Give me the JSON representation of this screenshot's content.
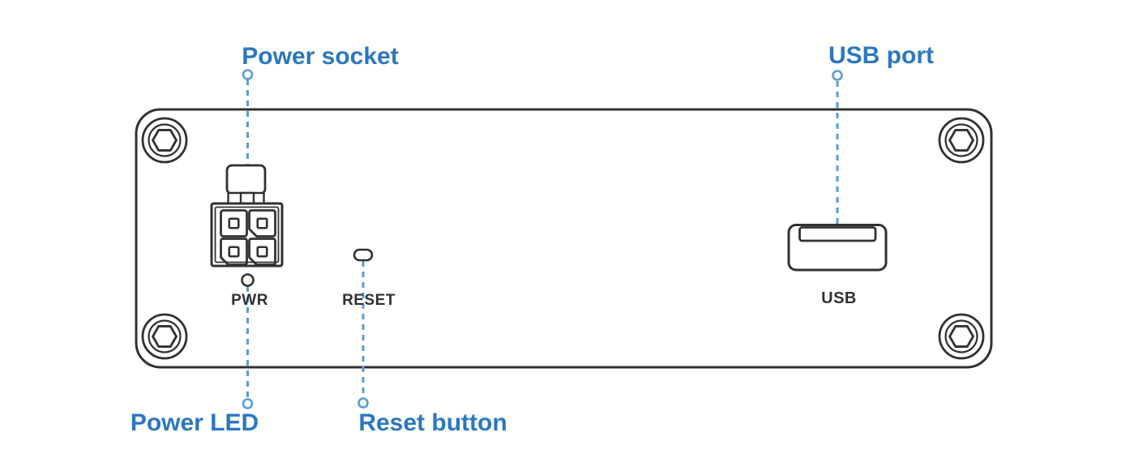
{
  "colors": {
    "accent": "#2b77c0",
    "leader": "#5a9bd5",
    "ink": "#313131",
    "background": "#ffffff"
  },
  "callouts": {
    "power_socket": {
      "label": "Power socket",
      "position": "top"
    },
    "usb_port": {
      "label": "USB port",
      "position": "top"
    },
    "power_led": {
      "label": "Power LED",
      "position": "bottom"
    },
    "reset_button": {
      "label": "Reset button",
      "position": "bottom"
    }
  },
  "panel_markings": {
    "pwr": "PWR",
    "reset": "RESET",
    "usb": "USB"
  },
  "icons": {
    "screw": "hex-socket-screw",
    "power_socket": "4-pin-power-connector",
    "power_led": "round-led-indicator",
    "reset": "reset-pinhole",
    "usb": "usb-a-receptacle"
  }
}
